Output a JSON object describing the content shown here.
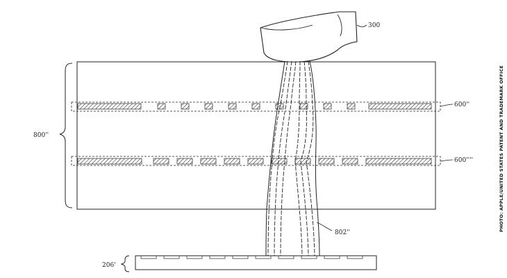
{
  "labels": {
    "finger": "300",
    "panel": "800''",
    "layer_top": "600''",
    "layer_bottom": "600''''",
    "beam": "802''",
    "sensor": "206'"
  },
  "credit": "PHOTO: APPLE/UNITED STATES PATENT AND TRADEMARK OFFICE"
}
